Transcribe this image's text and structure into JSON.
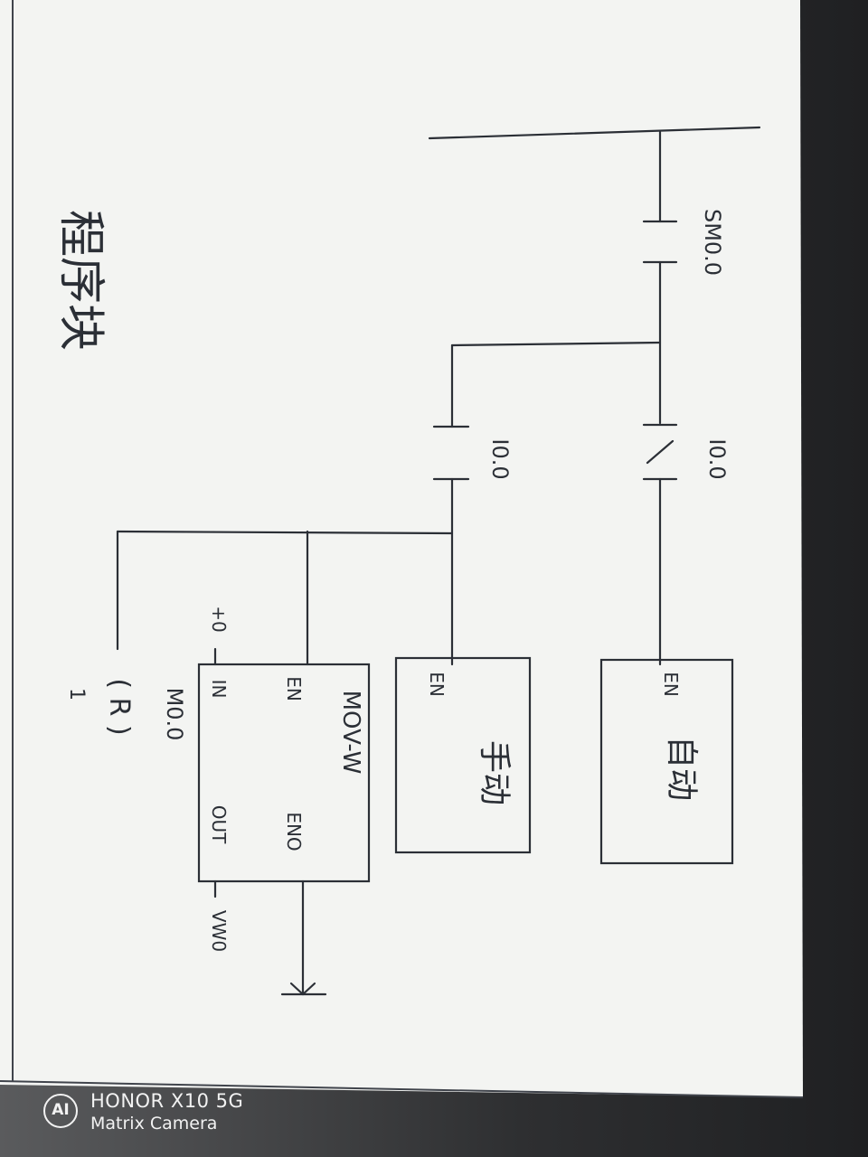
{
  "sheet": {
    "title": "程序块",
    "contacts": {
      "first_no_contact": "SM0.0",
      "nc_contact": "I0.0",
      "no_contact": "I0.0"
    },
    "blocks": {
      "auto": {
        "en": "EN",
        "label": "自动"
      },
      "manual": {
        "en": "EN",
        "label": "手动"
      },
      "mov": {
        "name": "MOV-W",
        "en": "EN",
        "eno": "ENO",
        "in": "IN",
        "out": "OUT",
        "in_value": "+0",
        "out_addr": "VW0"
      }
    },
    "reset_coil": {
      "addr": "M0.0",
      "coil": "( R )",
      "count": "1"
    }
  },
  "watermark": {
    "logo": "AI",
    "brand": "HONOR X10 5G",
    "subtitle": "Matrix Camera"
  }
}
